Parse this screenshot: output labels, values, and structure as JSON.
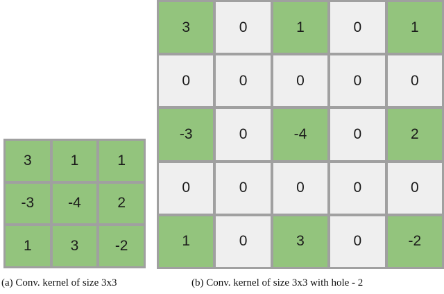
{
  "colors": {
    "active": "#93c47d",
    "hole": "#efefef",
    "border": "#a0a0a0"
  },
  "kernel_a": {
    "caption": "(a) Conv. kernel of size 3x3",
    "cells": [
      {
        "v": "3",
        "t": "g"
      },
      {
        "v": "1",
        "t": "g"
      },
      {
        "v": "1",
        "t": "g"
      },
      {
        "v": "-3",
        "t": "g"
      },
      {
        "v": "-4",
        "t": "g"
      },
      {
        "v": "2",
        "t": "g"
      },
      {
        "v": "1",
        "t": "g"
      },
      {
        "v": "3",
        "t": "g"
      },
      {
        "v": "-2",
        "t": "g"
      }
    ]
  },
  "kernel_b": {
    "caption": "(b) Conv. kernel of size 3x3 with hole - 2",
    "cells": [
      {
        "v": "3",
        "t": "g"
      },
      {
        "v": "0",
        "t": "z"
      },
      {
        "v": "1",
        "t": "g"
      },
      {
        "v": "0",
        "t": "z"
      },
      {
        "v": "1",
        "t": "g"
      },
      {
        "v": "0",
        "t": "z"
      },
      {
        "v": "0",
        "t": "z"
      },
      {
        "v": "0",
        "t": "z"
      },
      {
        "v": "0",
        "t": "z"
      },
      {
        "v": "0",
        "t": "z"
      },
      {
        "v": "-3",
        "t": "g"
      },
      {
        "v": "0",
        "t": "z"
      },
      {
        "v": "-4",
        "t": "g"
      },
      {
        "v": "0",
        "t": "z"
      },
      {
        "v": "2",
        "t": "g"
      },
      {
        "v": "0",
        "t": "z"
      },
      {
        "v": "0",
        "t": "z"
      },
      {
        "v": "0",
        "t": "z"
      },
      {
        "v": "0",
        "t": "z"
      },
      {
        "v": "0",
        "t": "z"
      },
      {
        "v": "1",
        "t": "g"
      },
      {
        "v": "0",
        "t": "z"
      },
      {
        "v": "3",
        "t": "g"
      },
      {
        "v": "0",
        "t": "z"
      },
      {
        "v": "-2",
        "t": "g"
      }
    ]
  }
}
